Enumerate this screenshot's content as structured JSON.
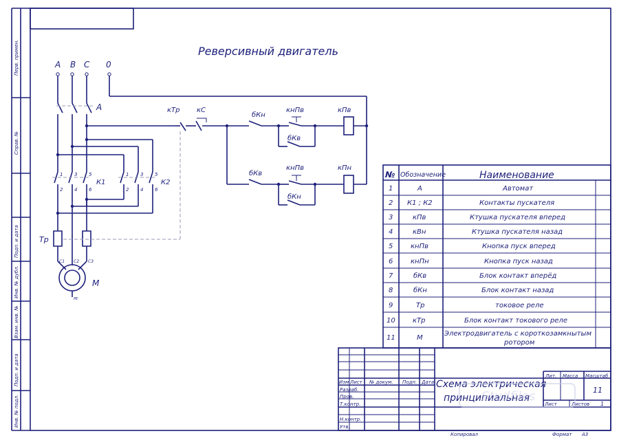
{
  "title": "Реверсивный двигатель",
  "colors": {
    "ink": "#1c1f7a",
    "dashed": "#9a9ab8",
    "watermark": "#c9cde3"
  },
  "left_margin": [
    "Перв. примен.",
    "Справ. №",
    "Подп. и дата",
    "Инв. № дубл.",
    "Взам. инв. №",
    "Подп. и дата",
    "Инв. № подл."
  ],
  "schematic": {
    "phases": [
      "A",
      "B",
      "C",
      "0"
    ],
    "breaker": "A",
    "contactor1": "К1",
    "contactor2": "К2",
    "contact_numbers": [
      "1",
      "3",
      "5",
      "2",
      "4",
      "6"
    ],
    "thermal_relay": "Тр",
    "motor_terminals": [
      "С1",
      "С2",
      "С3"
    ],
    "motor": "М",
    "pe": "PE",
    "row1": [
      "кТр",
      "кС",
      "бКн",
      "кнПв",
      "кПв"
    ],
    "row1_block": "бКв",
    "row2": [
      "бКв",
      "кнПв",
      "кПн"
    ],
    "row2_block": "бКн"
  },
  "table": {
    "headers": [
      "№",
      "Обозначение",
      "Наименование"
    ],
    "rows": [
      {
        "n": "1",
        "code": "А",
        "name": "Автомат"
      },
      {
        "n": "2",
        "code": "К1 ; К2",
        "name": "Контакты пускателя"
      },
      {
        "n": "3",
        "code": "кПв",
        "name": "Ктушка пускателя вперед"
      },
      {
        "n": "4",
        "code": "кВн",
        "name": "Ктушка пускателя назад"
      },
      {
        "n": "5",
        "code": "кнПв",
        "name": "Кнопка пуск вперед"
      },
      {
        "n": "6",
        "code": "кнПн",
        "name": "Кнопка пуск назад"
      },
      {
        "n": "7",
        "code": "бКв",
        "name": "Блок контакт вперёд"
      },
      {
        "n": "8",
        "code": "бКн",
        "name": "Блок контакт назад"
      },
      {
        "n": "9",
        "code": "Тр",
        "name": "токовое реле"
      },
      {
        "n": "10",
        "code": "кТр",
        "name": "Блок контакт токового реле"
      },
      {
        "n": "11",
        "code": "М",
        "name": "Электродвигатель с короткозамкнытым",
        "name2": "ротором"
      }
    ]
  },
  "stamp": {
    "headers": [
      "Изм",
      "Лист",
      "№ докум.",
      "Подп.",
      "Дата"
    ],
    "roles": [
      "Разраб.",
      "Пров.",
      "Т.контр.",
      "Н.контр.",
      "Утв."
    ],
    "doc_title_1": "Схема электрическая",
    "doc_title_2": "принципиальная",
    "lit": "Лит.",
    "mass": "Масса",
    "scale": "Масштаб",
    "scale_value": "11",
    "sheet": "Лист",
    "sheets": "Листов",
    "sheets_value": "1",
    "copied": "Копировал",
    "format": "Формат",
    "format_value": "А3",
    "watermark": "Studfiles"
  }
}
